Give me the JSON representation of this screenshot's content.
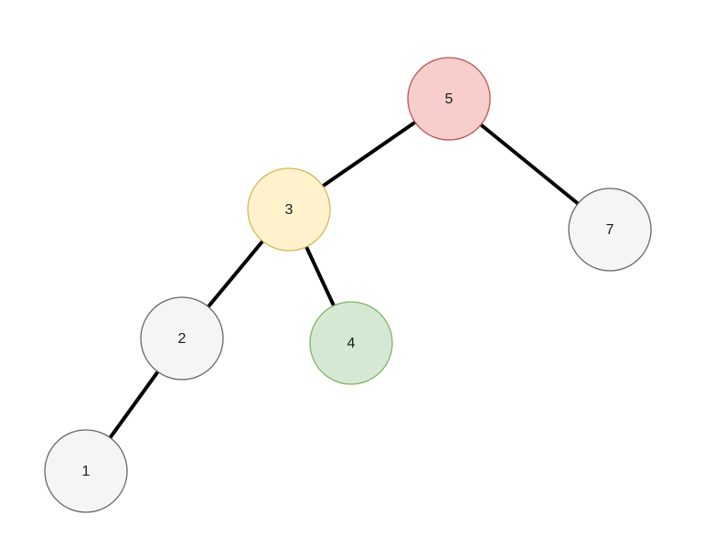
{
  "tree": {
    "nodes": [
      {
        "id": "5",
        "label": "5",
        "fill": "#f8cecc",
        "stroke": "#b85450",
        "role": "root"
      },
      {
        "id": "3",
        "label": "3",
        "fill": "#fff2cc",
        "stroke": "#d6b656",
        "role": "highlighted"
      },
      {
        "id": "7",
        "label": "7",
        "fill": "#f5f5f5",
        "stroke": "#666666",
        "role": "normal"
      },
      {
        "id": "2",
        "label": "2",
        "fill": "#f5f5f5",
        "stroke": "#666666",
        "role": "normal"
      },
      {
        "id": "4",
        "label": "4",
        "fill": "#d5e8d4",
        "stroke": "#82b366",
        "role": "highlighted"
      },
      {
        "id": "1",
        "label": "1",
        "fill": "#f5f5f5",
        "stroke": "#666666",
        "role": "normal"
      }
    ],
    "edges": [
      {
        "from": "5",
        "to": "3"
      },
      {
        "from": "5",
        "to": "7"
      },
      {
        "from": "3",
        "to": "2"
      },
      {
        "from": "3",
        "to": "4"
      },
      {
        "from": "2",
        "to": "1"
      }
    ]
  }
}
